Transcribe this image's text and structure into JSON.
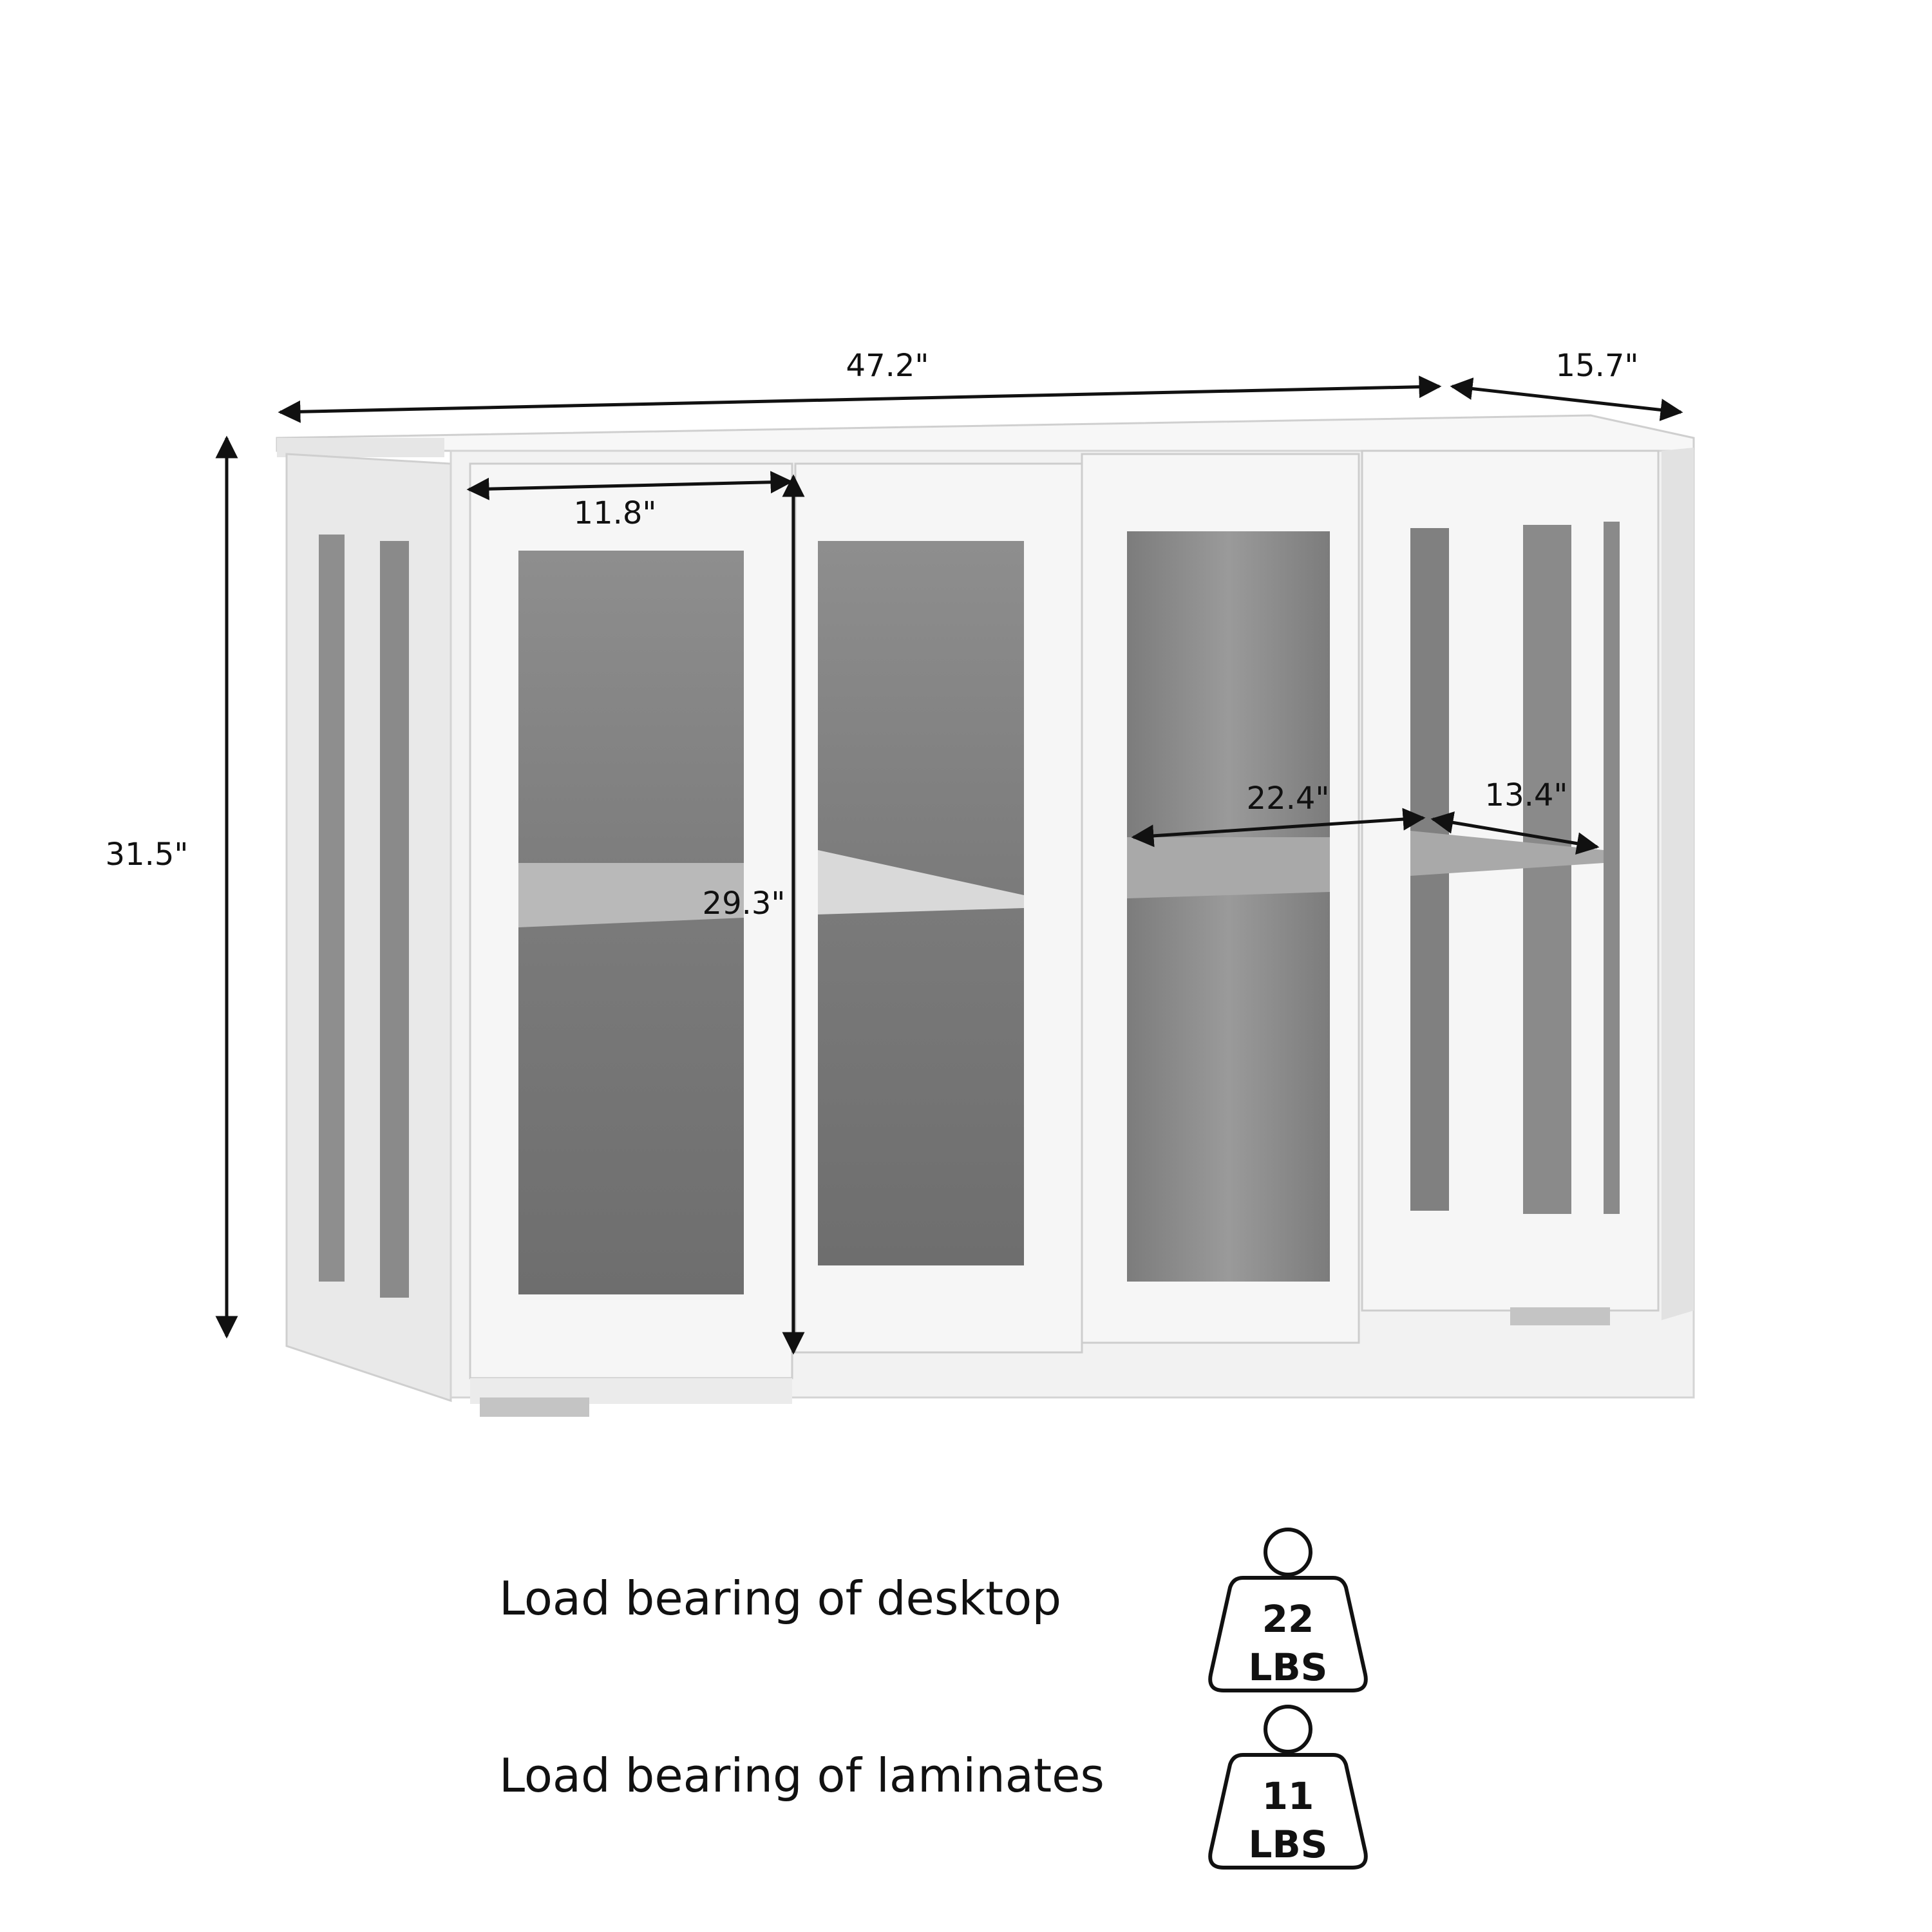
{
  "dimensions": {
    "width": "47.2\"",
    "depth": "15.7\"",
    "height": "31.5\"",
    "door_width": "11.8\"",
    "inner_height": "29.3\"",
    "shelf_width": "22.4\"",
    "shelf_depth": "13.4\""
  },
  "load_bearing": [
    {
      "label": "Load bearing of desktop",
      "value": "22",
      "unit": "LBS"
    },
    {
      "label": "Load bearing of laminates",
      "value": "11",
      "unit": "LBS"
    }
  ],
  "colors": {
    "cabinet": "#f2f2f2",
    "glass": "#8a8a8a",
    "outline": "#111111"
  }
}
